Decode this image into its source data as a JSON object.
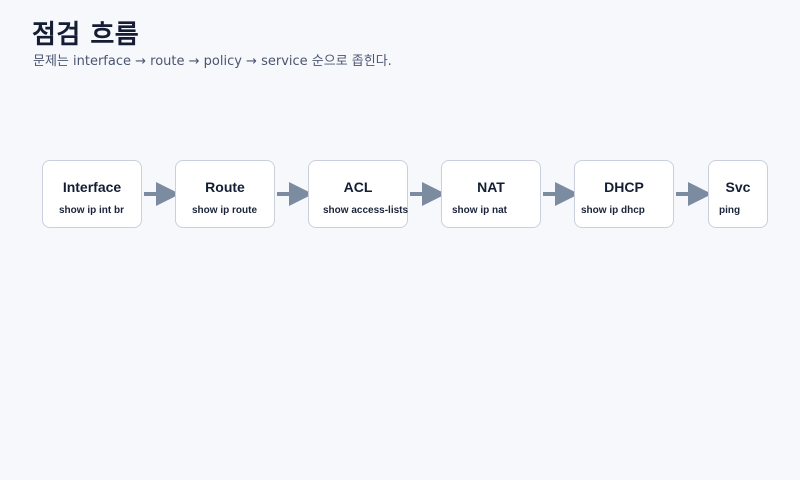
{
  "title": "점검 흐름",
  "subtitle": "문제는 interface → route → policy → service 순으로 좁힌다.",
  "steps": [
    {
      "title": "Interface",
      "cmd": "show ip int br"
    },
    {
      "title": "Route",
      "cmd": "show ip route"
    },
    {
      "title": "ACL",
      "cmd": "show access-lists"
    },
    {
      "title": "NAT",
      "cmd": "show ip nat"
    },
    {
      "title": "DHCP",
      "cmd": "show ip dhcp"
    },
    {
      "title": "Svc",
      "cmd": "ping"
    }
  ],
  "colors": {
    "arrow": "#7b8ba0",
    "box_border": "#c9d0dc",
    "background": "#f6f8fc"
  }
}
